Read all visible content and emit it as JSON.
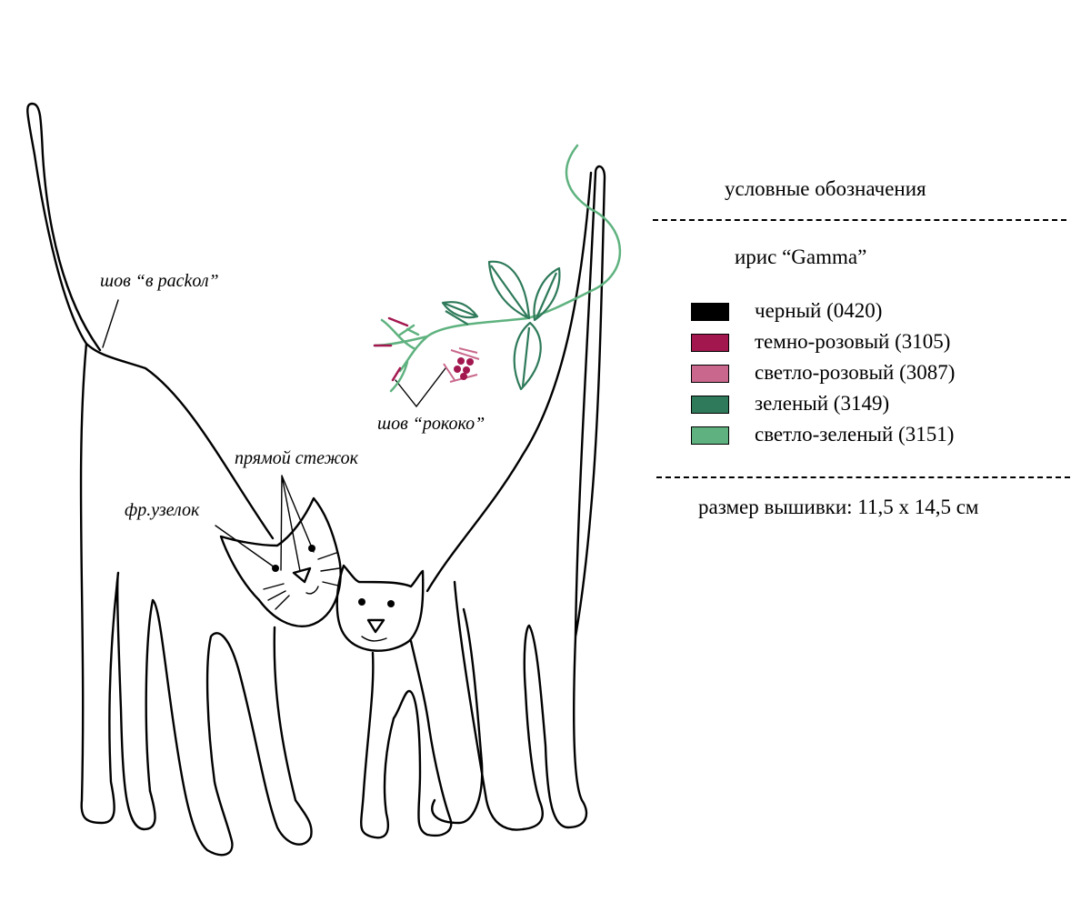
{
  "labels": {
    "split_stitch": "шов “в расkол”",
    "rococo_stitch": "шов “рококо”",
    "straight_stitch": "прямой стежок",
    "french_knot": "фр.узелок"
  },
  "legend": {
    "title": "условные обозначения",
    "brand": "ирис “Gamma”",
    "items": [
      {
        "label": "черный (0420)",
        "color": "#000000"
      },
      {
        "label": "темно-розовый (3105)",
        "color": "#a3174f"
      },
      {
        "label": "светло-розовый (3087)",
        "color": "#c9688c"
      },
      {
        "label": "зеленый (3149)",
        "color": "#2e7a5a"
      },
      {
        "label": "светло-зеленый (3151)",
        "color": "#5fb27f"
      }
    ],
    "size": "размер вышивки: 11,5 х 14,5 см"
  },
  "colors": {
    "outline": "#000000",
    "dark_pink": "#a3174f",
    "light_pink": "#c9688c",
    "green": "#2e7a5a",
    "light_green": "#5fb27f"
  }
}
